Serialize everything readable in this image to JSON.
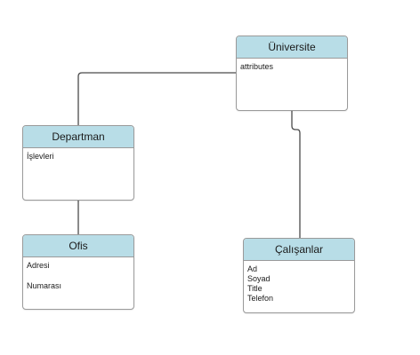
{
  "entities": {
    "universite": {
      "title": "Üniversite",
      "attributes": [
        "attributes"
      ]
    },
    "departman": {
      "title": "Departman",
      "attributes": [
        "İşlevleri"
      ]
    },
    "ofis": {
      "title": "Ofis",
      "attributes": [
        "Adresi",
        "Numarası"
      ]
    },
    "calisanlar": {
      "title": "Çalışanlar",
      "attributes": [
        "Ad",
        "Soyad",
        "Title",
        "Telefon"
      ]
    }
  },
  "relationships": [
    {
      "from": "universite",
      "to": "departman"
    },
    {
      "from": "departman",
      "to": "ofis"
    },
    {
      "from": "universite",
      "to": "calisanlar"
    }
  ]
}
